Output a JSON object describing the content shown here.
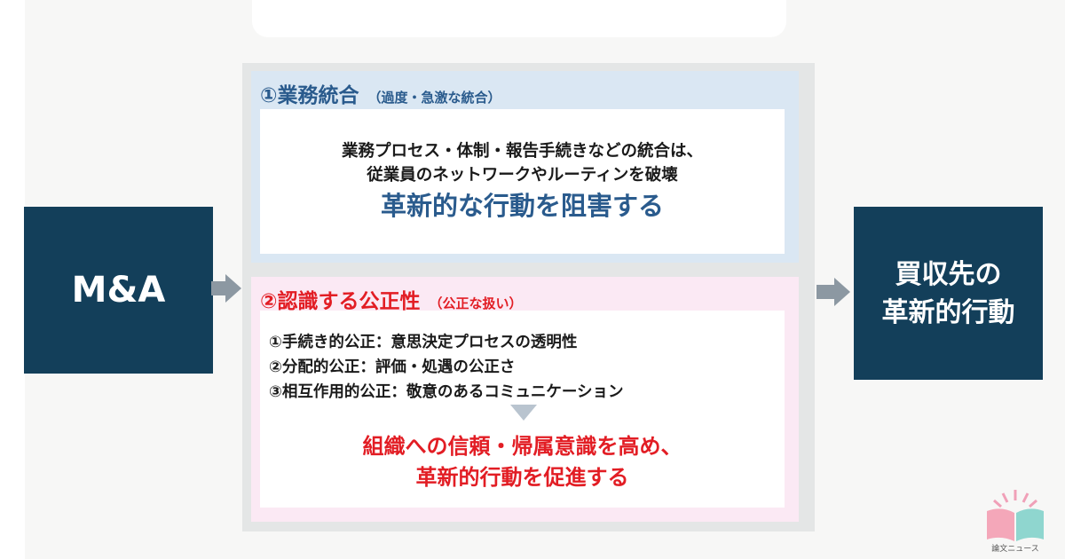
{
  "left_box": {
    "label": "M&A"
  },
  "right_box": {
    "lines": [
      "買収先の",
      "革新的行動"
    ]
  },
  "panel1": {
    "number": "①",
    "title": "業務統合",
    "subtitle": "（過度・急激な統合）",
    "body_lines": [
      "業務プロセス・体制・報告手続きなどの統合は、",
      "従業員のネットワークやルーティンを破壊"
    ],
    "emphasis": "革新的な行動を阻害する"
  },
  "panel2": {
    "number": "②",
    "title": "認識する公正性",
    "subtitle": "（公正な扱い）",
    "list": [
      "①手続き的公正：意思決定プロセスの透明性",
      "②分配的公正：評価・処遇の公正さ",
      "③相互作用的公正：敬意のあるコミュニケーション"
    ],
    "emphasis_lines": [
      "組織への信頼・帰属意識を高め、",
      "革新的行動を促進する"
    ]
  },
  "logo": {
    "text": "論文ニュース"
  },
  "colors": {
    "navy": "#133f5a",
    "blue_text": "#2a5b8d",
    "red_text": "#e21d24",
    "panel1_bg": "#dae7f3",
    "panel2_bg": "#fbe9f4",
    "frame_bg": "#e4e6e6",
    "arrow": "#8c98a2"
  }
}
